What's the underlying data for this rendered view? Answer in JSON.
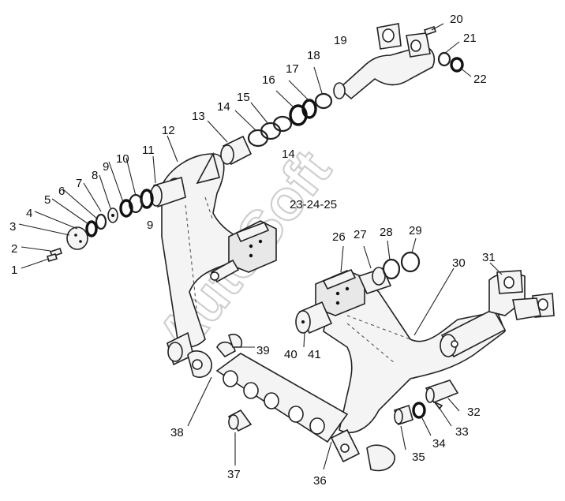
{
  "diagram": {
    "watermark": "AutoSoft",
    "callouts": [
      {
        "id": "label-1",
        "text": "1"
      },
      {
        "id": "label-2",
        "text": "2"
      },
      {
        "id": "label-3",
        "text": "3"
      },
      {
        "id": "label-4",
        "text": "4"
      },
      {
        "id": "label-5",
        "text": "5"
      },
      {
        "id": "label-6",
        "text": "6"
      },
      {
        "id": "label-7",
        "text": "7"
      },
      {
        "id": "label-8",
        "text": "8"
      },
      {
        "id": "label-9a",
        "text": "9"
      },
      {
        "id": "label-9b",
        "text": "9"
      },
      {
        "id": "label-10",
        "text": "10"
      },
      {
        "id": "label-11",
        "text": "11"
      },
      {
        "id": "label-12",
        "text": "12"
      },
      {
        "id": "label-13",
        "text": "13"
      },
      {
        "id": "label-14a",
        "text": "14"
      },
      {
        "id": "label-14b",
        "text": "14"
      },
      {
        "id": "label-15",
        "text": "15"
      },
      {
        "id": "label-16",
        "text": "16"
      },
      {
        "id": "label-17",
        "text": "17"
      },
      {
        "id": "label-18",
        "text": "18"
      },
      {
        "id": "label-19",
        "text": "19"
      },
      {
        "id": "label-20",
        "text": "20"
      },
      {
        "id": "label-21",
        "text": "21"
      },
      {
        "id": "label-22",
        "text": "22"
      },
      {
        "id": "label-23-24-25",
        "text": "23-24-25"
      },
      {
        "id": "label-26",
        "text": "26"
      },
      {
        "id": "label-27",
        "text": "27"
      },
      {
        "id": "label-28",
        "text": "28"
      },
      {
        "id": "label-29",
        "text": "29"
      },
      {
        "id": "label-30",
        "text": "30"
      },
      {
        "id": "label-31",
        "text": "31"
      },
      {
        "id": "label-32",
        "text": "32"
      },
      {
        "id": "label-33",
        "text": "33"
      },
      {
        "id": "label-34",
        "text": "34"
      },
      {
        "id": "label-35",
        "text": "35"
      },
      {
        "id": "label-36",
        "text": "36"
      },
      {
        "id": "label-37",
        "text": "37"
      },
      {
        "id": "label-38",
        "text": "38"
      },
      {
        "id": "label-39",
        "text": "39"
      },
      {
        "id": "label-40",
        "text": "40"
      },
      {
        "id": "label-41",
        "text": "41"
      }
    ]
  }
}
